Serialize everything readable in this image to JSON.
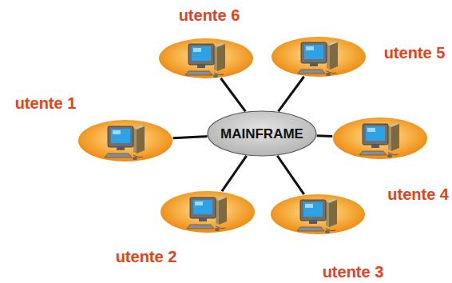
{
  "diagram": {
    "nodes": [
      {
        "text": [
          "utente 6"
        ]
      },
      {
        "text": [
          "utente 5"
        ]
      },
      {
        "text": [
          "utente 1"
        ]
      },
      {
        "text": [
          "MAINFRAME"
        ]
      },
      {
        "text": [
          "utente 4"
        ]
      },
      {
        "text": [
          "utente 2"
        ]
      },
      {
        "text": [
          "utente 3"
        ]
      }
    ],
    "edges": [
      {
        "from": 3,
        "to": 0,
        "arrow": "none"
      },
      {
        "from": 3,
        "to": 1,
        "arrow": "none"
      },
      {
        "from": 3,
        "to": 2,
        "arrow": "none"
      },
      {
        "from": 3,
        "to": 4,
        "arrow": "none"
      },
      {
        "from": 3,
        "to": 5,
        "arrow": "none"
      },
      {
        "from": 3,
        "to": 6,
        "arrow": "none"
      }
    ]
  }
}
